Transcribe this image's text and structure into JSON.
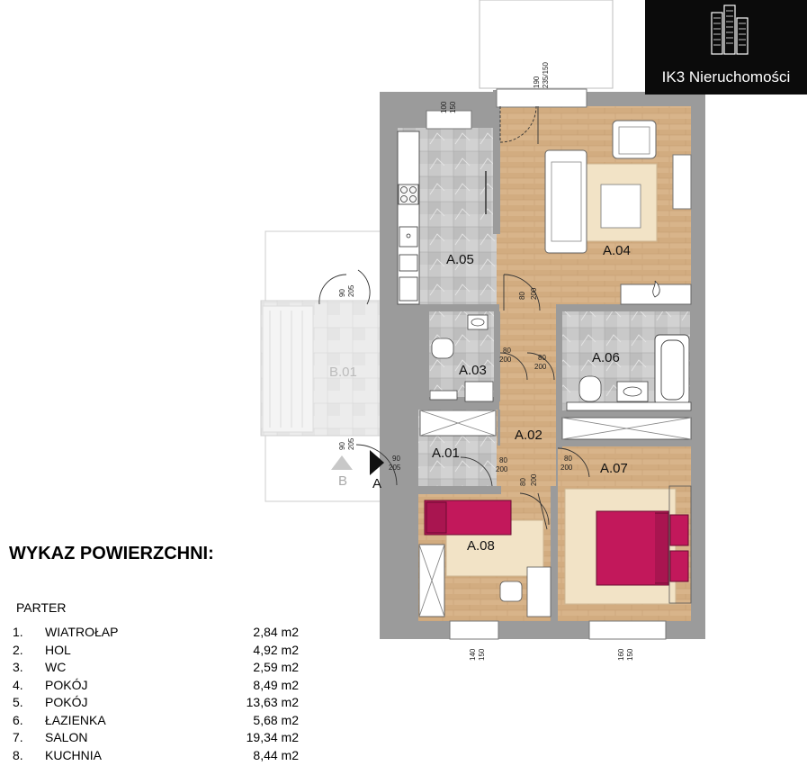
{
  "brand": {
    "name": "IK3 Nieruchomości"
  },
  "rooms": [
    {
      "code": "B.01"
    },
    {
      "code": "A.01"
    },
    {
      "code": "A.02"
    },
    {
      "code": "A.03"
    },
    {
      "code": "A.04"
    },
    {
      "code": "A.05"
    },
    {
      "code": "A.06"
    },
    {
      "code": "A.07"
    },
    {
      "code": "A.08"
    }
  ],
  "dimensions": [
    {
      "a": "100",
      "b": "150"
    },
    {
      "a": "190",
      "b": "235/150"
    },
    {
      "a": "90",
      "b": "205"
    },
    {
      "a": "80",
      "b": "200"
    },
    {
      "a": "80",
      "b": "200"
    },
    {
      "a": "80",
      "b": "200"
    },
    {
      "a": "90",
      "b": "205"
    },
    {
      "a": "90",
      "b": "205"
    },
    {
      "a": "80",
      "b": "200"
    },
    {
      "a": "80",
      "b": "200"
    },
    {
      "a": "80",
      "b": "200"
    },
    {
      "a": "140",
      "b": "150"
    },
    {
      "a": "160",
      "b": "150"
    }
  ],
  "markers": {
    "entrance": "A",
    "section": "B"
  },
  "summary": {
    "title": "WYKAZ POWIERZCHNI:",
    "level": "PARTER",
    "items": [
      {
        "no": "1.",
        "name": "WIATROŁAP",
        "area": "2,84 m2"
      },
      {
        "no": "2.",
        "name": "HOL",
        "area": "4,92 m2"
      },
      {
        "no": "3.",
        "name": "WC",
        "area": "2,59 m2"
      },
      {
        "no": "4.",
        "name": "POKÓJ",
        "area": "8,49 m2"
      },
      {
        "no": "5.",
        "name": "POKÓJ",
        "area": "13,63 m2"
      },
      {
        "no": "6.",
        "name": "ŁAZIENKA",
        "area": "5,68 m2"
      },
      {
        "no": "7.",
        "name": "SALON",
        "area": "19,34 m2"
      },
      {
        "no": "8.",
        "name": "KUCHNIA",
        "area": "8,44 m2"
      }
    ]
  }
}
